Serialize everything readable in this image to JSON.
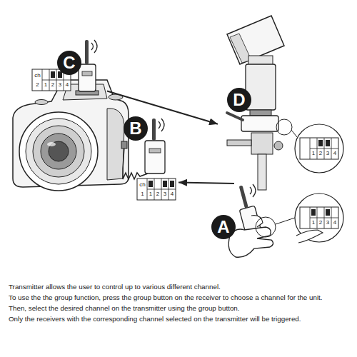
{
  "diagram": {
    "nodes": [
      {
        "text": [
          "C"
        ]
      },
      {
        "text": [
          "D"
        ]
      },
      {
        "text": [
          "B"
        ]
      },
      {
        "text": [
          "A"
        ]
      }
    ],
    "edges": [
      {
        "from": 0,
        "to": 1,
        "arrow": "to"
      },
      {
        "from": 3,
        "to": 2,
        "arrow": "to"
      }
    ],
    "labels": [
      "ch",
      "2",
      "1",
      "2",
      "3",
      "4",
      "1",
      "2",
      "3",
      "4",
      "ch",
      "1",
      "1",
      "2",
      "3",
      "4",
      "1",
      "2",
      "3",
      "4",
      "Transmitter allows the user to control up to various different channel.",
      "To use the the group function, press the group button on the receiver to choose a channel for the unit.",
      "Then, select the desired channel on the transmitter using the group button.",
      "Only the receivers with the corresponding channel selected on the transmitter will be triggered."
    ]
  }
}
